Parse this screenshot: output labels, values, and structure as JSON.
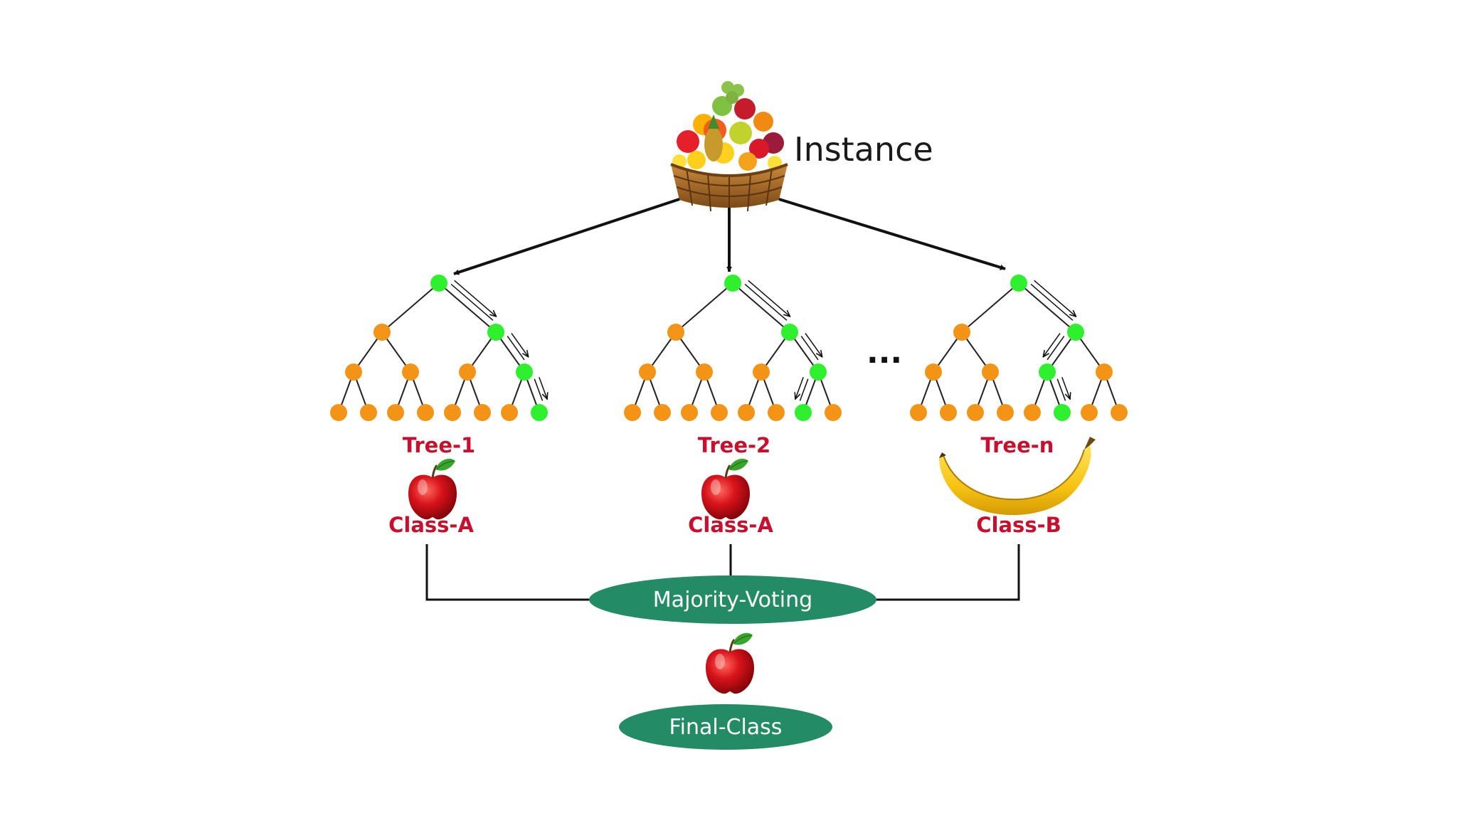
{
  "instance": {
    "label": "Instance",
    "icon": "fruit-basket-icon"
  },
  "more_trees": "...",
  "trees": [
    {
      "label": "Tree-1",
      "class_label": "Class-A",
      "icon": "apple-icon",
      "path": [
        0,
        1,
        1,
        1
      ]
    },
    {
      "label": "Tree-2",
      "class_label": "Class-A",
      "icon": "apple-icon",
      "path": [
        0,
        1,
        1,
        0
      ]
    },
    {
      "label": "Tree-n",
      "class_label": "Class-B",
      "icon": "banana-icon",
      "path": [
        0,
        1,
        0,
        1
      ]
    }
  ],
  "voting": {
    "label": "Majority-Voting"
  },
  "final": {
    "label": "Final-Class",
    "icon": "apple-icon"
  },
  "colors": {
    "node": "#F39416",
    "path_node": "#2FF02F",
    "label": "#C8102E",
    "ellipse": "#238B66",
    "line": "#111111"
  }
}
